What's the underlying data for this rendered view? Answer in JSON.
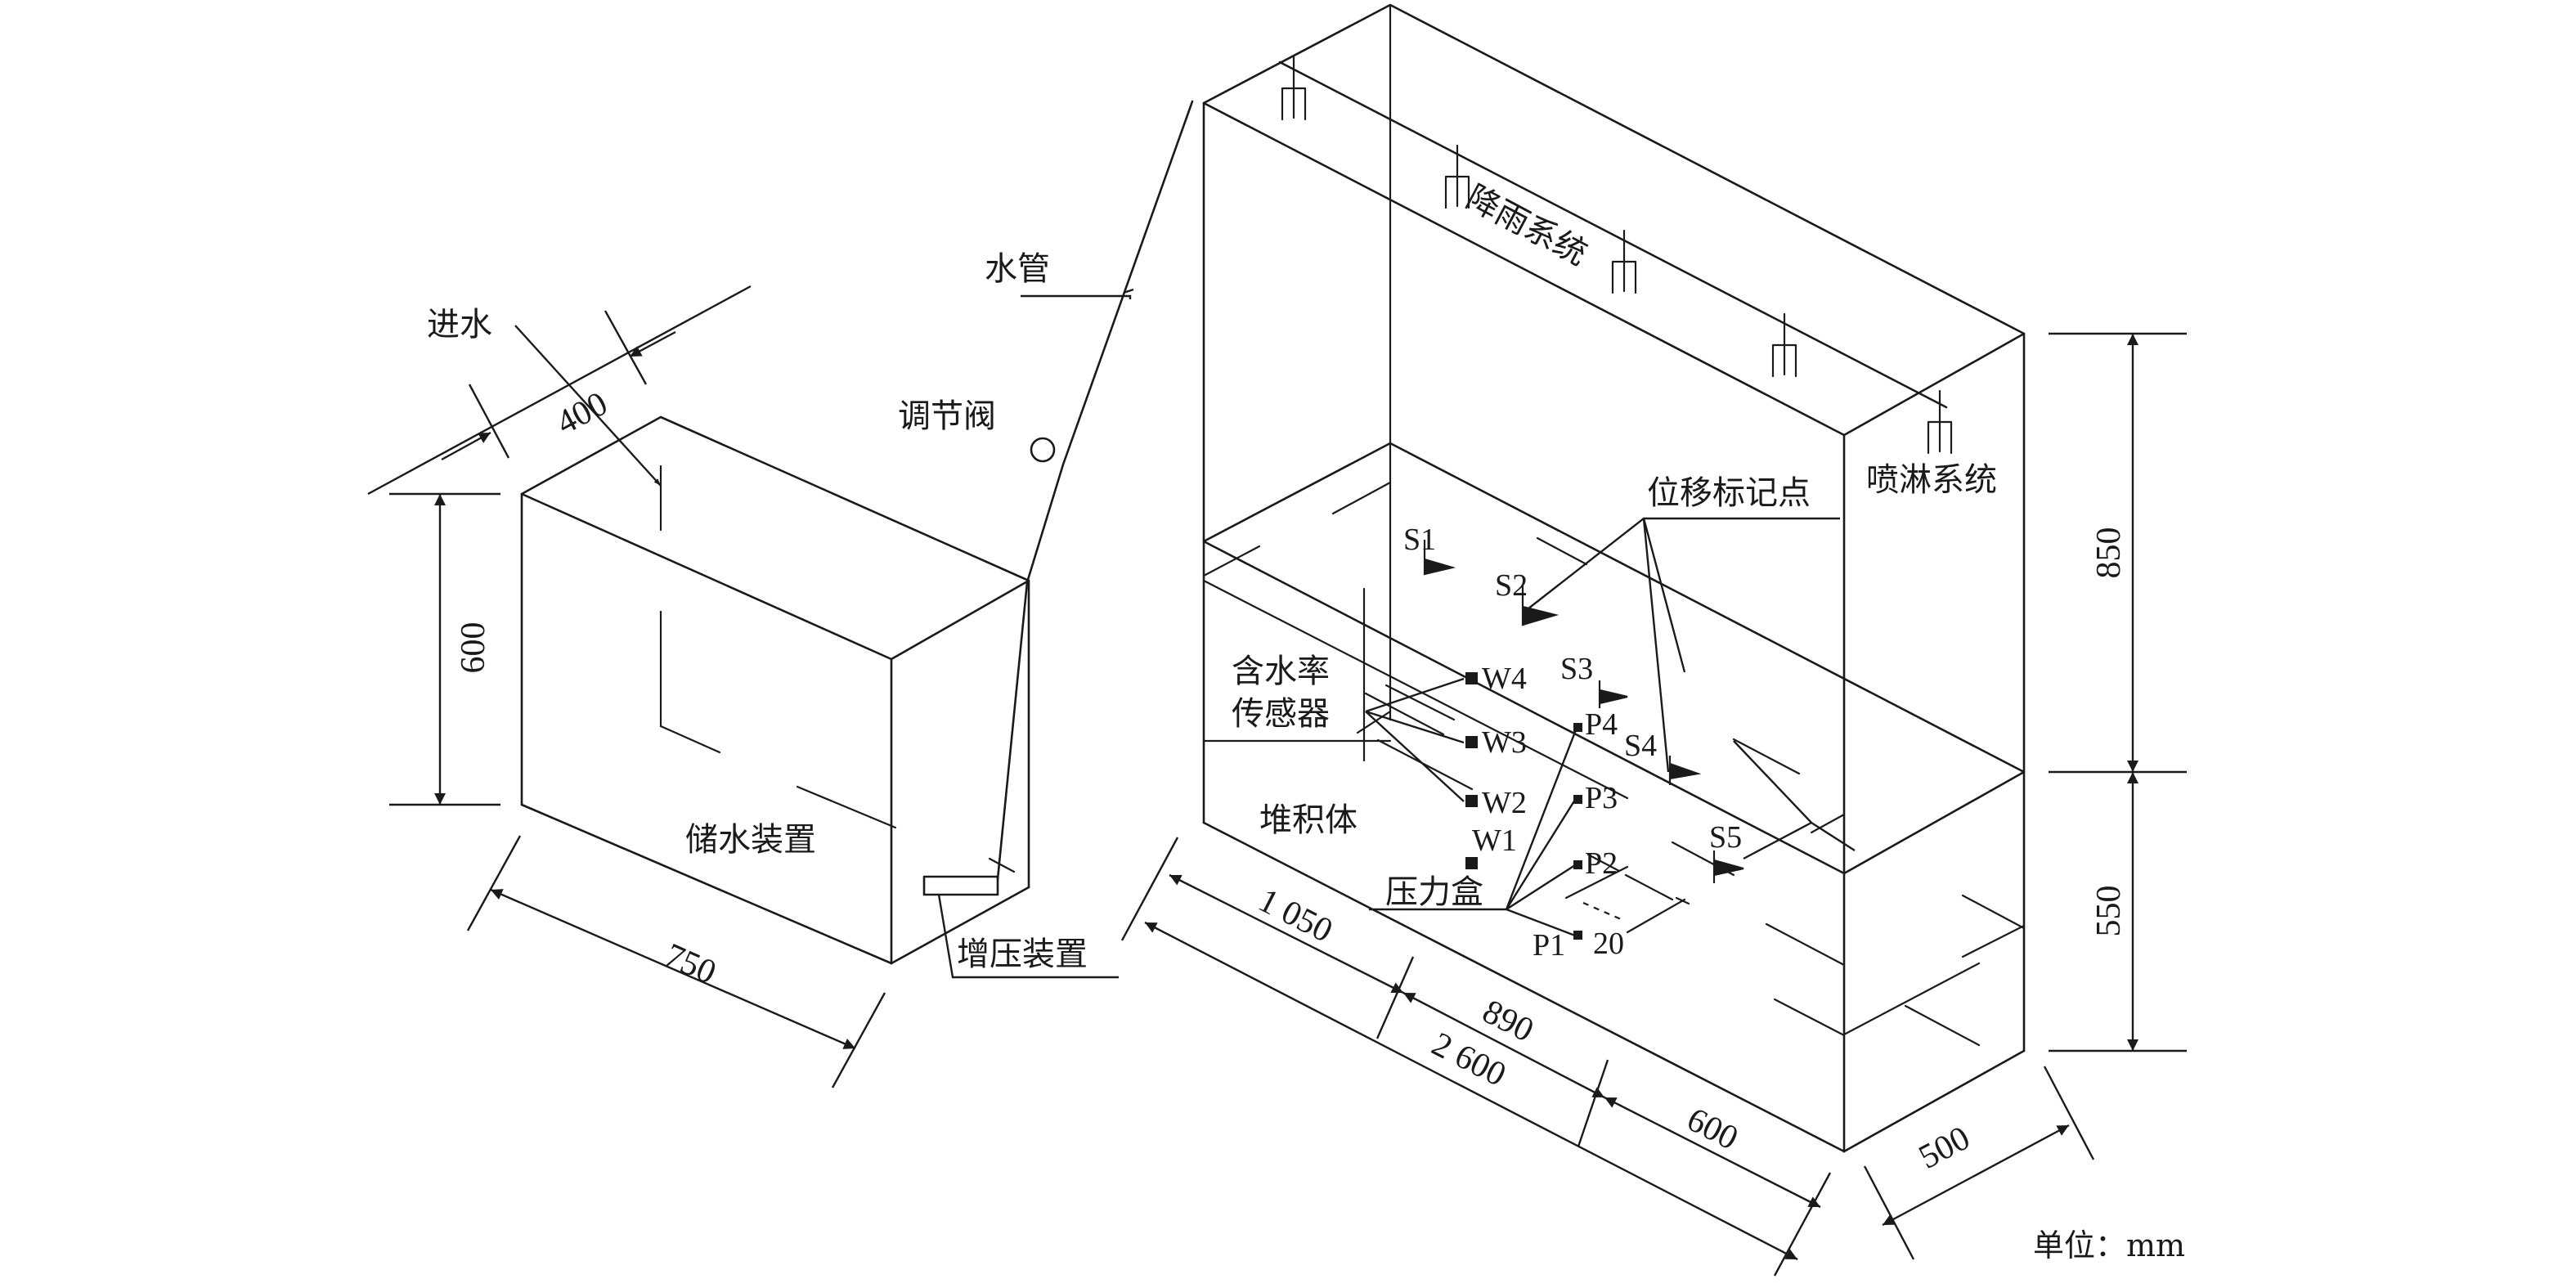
{
  "labels": {
    "rainfall_system": "降雨系统",
    "spray_system": "喷淋系统",
    "water_pipe": "水管",
    "inlet": "进水",
    "regulating_valve": "调节阀",
    "storage_device": "储水装置",
    "pressurizing_device": "增压装置",
    "displacement_marker": "位移标记点",
    "moisture_sensor_line1": "含水率",
    "moisture_sensor_line2": "传感器",
    "accumulation_body": "堆积体",
    "pressure_box": "压力盒",
    "unit": "单位：mm"
  },
  "markers": {
    "displacement": [
      "S1",
      "S2",
      "S3",
      "S4",
      "S5"
    ],
    "moisture": [
      "W1",
      "W2",
      "W3",
      "W4"
    ],
    "pressure": [
      "P1",
      "P2",
      "P3",
      "P4"
    ],
    "spacing": "20"
  },
  "dimensions": {
    "tank_depth": "400",
    "tank_height": "600",
    "tank_length": "750",
    "flume_upper_height": "850",
    "flume_lower_height": "550",
    "flume_width": "500",
    "flume_length": "2 600",
    "seg_1": "1 050",
    "seg_2": "890",
    "seg_3": "600"
  }
}
